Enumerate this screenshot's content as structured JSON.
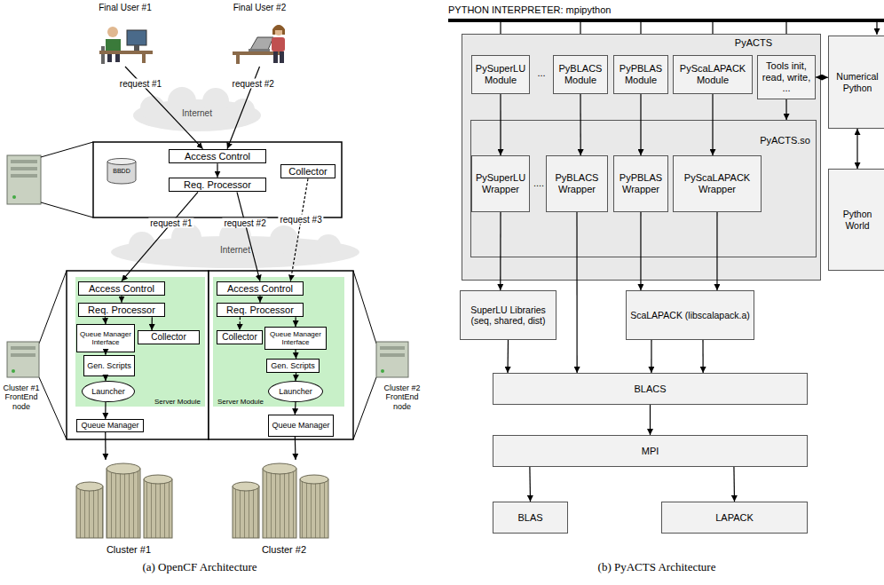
{
  "diagram": {
    "nodes": [
      {
        "text": [
          "Final User #1"
        ]
      },
      {
        "text": [
          "Final User #2"
        ]
      },
      {
        "text": [
          "Access Control"
        ]
      },
      {
        "text": [
          "Req. Processor"
        ]
      },
      {
        "text": [
          "Collector"
        ]
      },
      {
        "text": [
          "BBDD"
        ]
      },
      {
        "text": [
          "Server Module"
        ]
      },
      {
        "text": [
          "Access Control"
        ],
        "in": 6
      },
      {
        "text": [
          "Req. Processor"
        ],
        "in": 6
      },
      {
        "text": [
          "Queue Manager Interface"
        ],
        "in": 6
      },
      {
        "text": [
          "Collector"
        ],
        "in": 6
      },
      {
        "text": [
          "Gen. Scripts"
        ],
        "in": 6
      },
      {
        "text": [
          "Launcher"
        ],
        "in": 6
      },
      {
        "text": [
          "Queue Manager"
        ]
      },
      {
        "text": [
          "Server Module"
        ]
      },
      {
        "text": [
          "Access Control"
        ],
        "in": 14
      },
      {
        "text": [
          "Req. Processor"
        ],
        "in": 14
      },
      {
        "text": [
          "Collector"
        ],
        "in": 14
      },
      {
        "text": [
          "Queue Manager Interface"
        ],
        "in": 14
      },
      {
        "text": [
          "Gen. Scripts"
        ],
        "in": 14
      },
      {
        "text": [
          "Launcher"
        ],
        "in": 14
      },
      {
        "text": [
          "Queue Manager"
        ]
      },
      {
        "text": [
          "Cluster #1"
        ]
      },
      {
        "text": [
          "Cluster #2"
        ]
      },
      {
        "text": [
          "PyACTS"
        ]
      },
      {
        "text": [
          "PySuperLU Module"
        ],
        "in": 24
      },
      {
        "text": [
          "PyBLACS Module"
        ],
        "in": 24
      },
      {
        "text": [
          "PyPBLAS Module"
        ],
        "in": 24
      },
      {
        "text": [
          "PyScaLAPACK Module"
        ],
        "in": 24
      },
      {
        "text": [
          "Tools init, read, write, ..."
        ],
        "in": 24
      },
      {
        "text": [
          "PyACTS.so"
        ],
        "in": 24
      },
      {
        "text": [
          "PySuperLU Wrapper"
        ],
        "in": 30
      },
      {
        "text": [
          "PyBLACS Wrapper"
        ],
        "in": 30
      },
      {
        "text": [
          "PyPBLAS Wrapper"
        ],
        "in": 30
      },
      {
        "text": [
          "PyScaLAPACK Wrapper"
        ],
        "in": 30
      },
      {
        "text": [
          "Numerical Python"
        ]
      },
      {
        "text": [
          "Python World"
        ]
      },
      {
        "text": [
          "SuperLU Libraries (seq, shared, dist)"
        ]
      },
      {
        "text": [
          "ScaLAPACK (libscalapack.a)"
        ]
      },
      {
        "text": [
          "BLACS"
        ]
      },
      {
        "text": [
          "MPI"
        ]
      },
      {
        "text": [
          "BLAS"
        ]
      },
      {
        "text": [
          "LAPACK"
        ]
      }
    ],
    "edges": [
      {
        "from": 0,
        "to": 2,
        "arrow": "to",
        "label": "request #1"
      },
      {
        "from": 1,
        "to": 2,
        "arrow": "to",
        "label": "request #2"
      },
      {
        "from": 2,
        "to": 3,
        "arrow": "to"
      },
      {
        "from": 3,
        "to": 7,
        "arrow": "to",
        "label": "request #1"
      },
      {
        "from": 3,
        "to": 15,
        "arrow": "to",
        "label": "request #2"
      },
      {
        "from": 4,
        "to": 15,
        "arrow": "to",
        "label": "request #3"
      },
      {
        "from": 7,
        "to": 8,
        "arrow": "to"
      },
      {
        "from": 8,
        "to": 9,
        "arrow": "to"
      },
      {
        "from": 8,
        "to": 10,
        "arrow": "to"
      },
      {
        "from": 9,
        "to": 11,
        "arrow": "to"
      },
      {
        "from": 11,
        "to": 12,
        "arrow": "to"
      },
      {
        "from": 12,
        "to": 13,
        "arrow": "to"
      },
      {
        "from": 13,
        "to": 22,
        "arrow": "to"
      },
      {
        "from": 15,
        "to": 16,
        "arrow": "to"
      },
      {
        "from": 16,
        "to": 17,
        "arrow": "to"
      },
      {
        "from": 16,
        "to": 18,
        "arrow": "to"
      },
      {
        "from": 18,
        "to": 19,
        "arrow": "to"
      },
      {
        "from": 19,
        "to": 20,
        "arrow": "to"
      },
      {
        "from": 20,
        "to": 21,
        "arrow": "to"
      },
      {
        "from": 21,
        "to": 23,
        "arrow": "to"
      },
      {
        "from": 25,
        "to": 31,
        "arrow": "to"
      },
      {
        "from": 26,
        "to": 32,
        "arrow": "to"
      },
      {
        "from": 27,
        "to": 33,
        "arrow": "to"
      },
      {
        "from": 28,
        "to": 34,
        "arrow": "to"
      },
      {
        "from": 29,
        "to": 30,
        "arrow": "to"
      },
      {
        "from": 29,
        "to": 35,
        "arrow": "both"
      },
      {
        "from": 35,
        "to": 36,
        "arrow": "both"
      },
      {
        "from": 31,
        "to": 37,
        "arrow": "to"
      },
      {
        "from": 32,
        "to": 39,
        "arrow": "to"
      },
      {
        "from": 33,
        "to": 38,
        "arrow": "to"
      },
      {
        "from": 34,
        "to": 38,
        "arrow": "to"
      },
      {
        "from": 37,
        "to": 39,
        "arrow": "to"
      },
      {
        "from": 38,
        "to": 39,
        "arrow": "to"
      },
      {
        "from": 38,
        "to": 39,
        "arrow": "to"
      },
      {
        "from": 39,
        "to": 40,
        "arrow": "to"
      },
      {
        "from": 40,
        "to": 41,
        "arrow": "to"
      },
      {
        "from": 40,
        "to": 42,
        "arrow": "to"
      }
    ],
    "labels": [
      "Internet",
      "Internet",
      "Cluster #1 FrontEnd node",
      "Cluster #2 FrontEnd node",
      "(a) OpenCF Architecture",
      "PYTHON INTERPRETER: mpipython",
      "...",
      "....",
      "(b) PyACTS Architecture"
    ]
  }
}
